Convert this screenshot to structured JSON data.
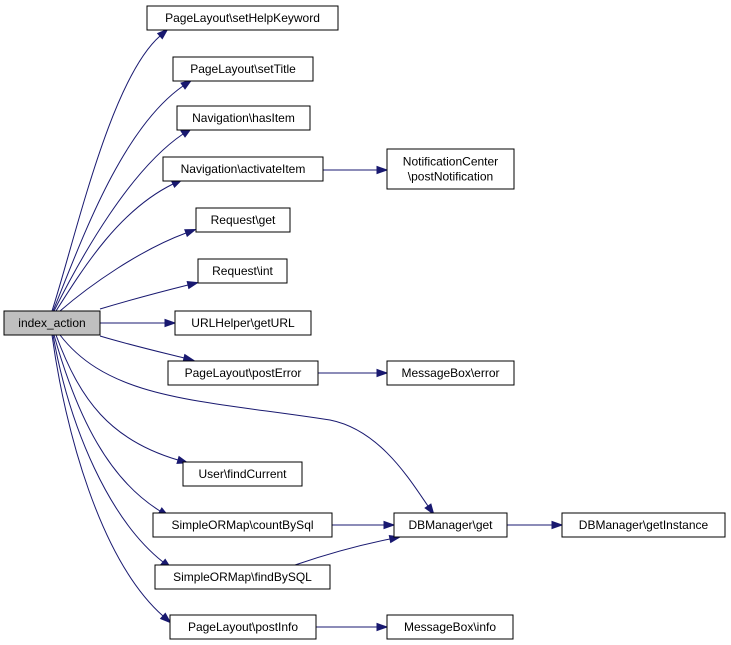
{
  "graph": {
    "nodes": [
      {
        "id": "index_action",
        "lines": [
          "index_action"
        ],
        "root": true
      },
      {
        "id": "setHelpKeyword",
        "lines": [
          "PageLayout\\setHelpKeyword"
        ]
      },
      {
        "id": "setTitle",
        "lines": [
          "PageLayout\\setTitle"
        ]
      },
      {
        "id": "hasItem",
        "lines": [
          "Navigation\\hasItem"
        ]
      },
      {
        "id": "activateItem",
        "lines": [
          "Navigation\\activateItem"
        ]
      },
      {
        "id": "postNotification",
        "lines": [
          "NotificationCenter",
          "\\postNotification"
        ]
      },
      {
        "id": "requestGet",
        "lines": [
          "Request\\get"
        ]
      },
      {
        "id": "requestInt",
        "lines": [
          "Request\\int"
        ]
      },
      {
        "id": "getURL",
        "lines": [
          "URLHelper\\getURL"
        ]
      },
      {
        "id": "postError",
        "lines": [
          "PageLayout\\postError"
        ]
      },
      {
        "id": "mbError",
        "lines": [
          "MessageBox\\error"
        ]
      },
      {
        "id": "findCurrent",
        "lines": [
          "User\\findCurrent"
        ]
      },
      {
        "id": "countBySql",
        "lines": [
          "SimpleORMap\\countBySql"
        ]
      },
      {
        "id": "dbGet",
        "lines": [
          "DBManager\\get"
        ]
      },
      {
        "id": "getInstance",
        "lines": [
          "DBManager\\getInstance"
        ]
      },
      {
        "id": "findBySQL",
        "lines": [
          "SimpleORMap\\findBySQL"
        ]
      },
      {
        "id": "postInfo",
        "lines": [
          "PageLayout\\postInfo"
        ]
      },
      {
        "id": "mbInfo",
        "lines": [
          "MessageBox\\info"
        ]
      }
    ],
    "edges": [
      {
        "from": "index_action",
        "to": "setHelpKeyword"
      },
      {
        "from": "index_action",
        "to": "setTitle"
      },
      {
        "from": "index_action",
        "to": "hasItem"
      },
      {
        "from": "index_action",
        "to": "activateItem"
      },
      {
        "from": "activateItem",
        "to": "postNotification"
      },
      {
        "from": "index_action",
        "to": "requestGet"
      },
      {
        "from": "index_action",
        "to": "requestInt"
      },
      {
        "from": "index_action",
        "to": "getURL"
      },
      {
        "from": "index_action",
        "to": "postError"
      },
      {
        "from": "postError",
        "to": "mbError"
      },
      {
        "from": "index_action",
        "to": "dbGet"
      },
      {
        "from": "index_action",
        "to": "findCurrent"
      },
      {
        "from": "index_action",
        "to": "countBySql"
      },
      {
        "from": "countBySql",
        "to": "dbGet"
      },
      {
        "from": "dbGet",
        "to": "getInstance"
      },
      {
        "from": "index_action",
        "to": "findBySQL"
      },
      {
        "from": "findBySQL",
        "to": "dbGet"
      },
      {
        "from": "index_action",
        "to": "postInfo"
      },
      {
        "from": "postInfo",
        "to": "mbInfo"
      }
    ]
  }
}
